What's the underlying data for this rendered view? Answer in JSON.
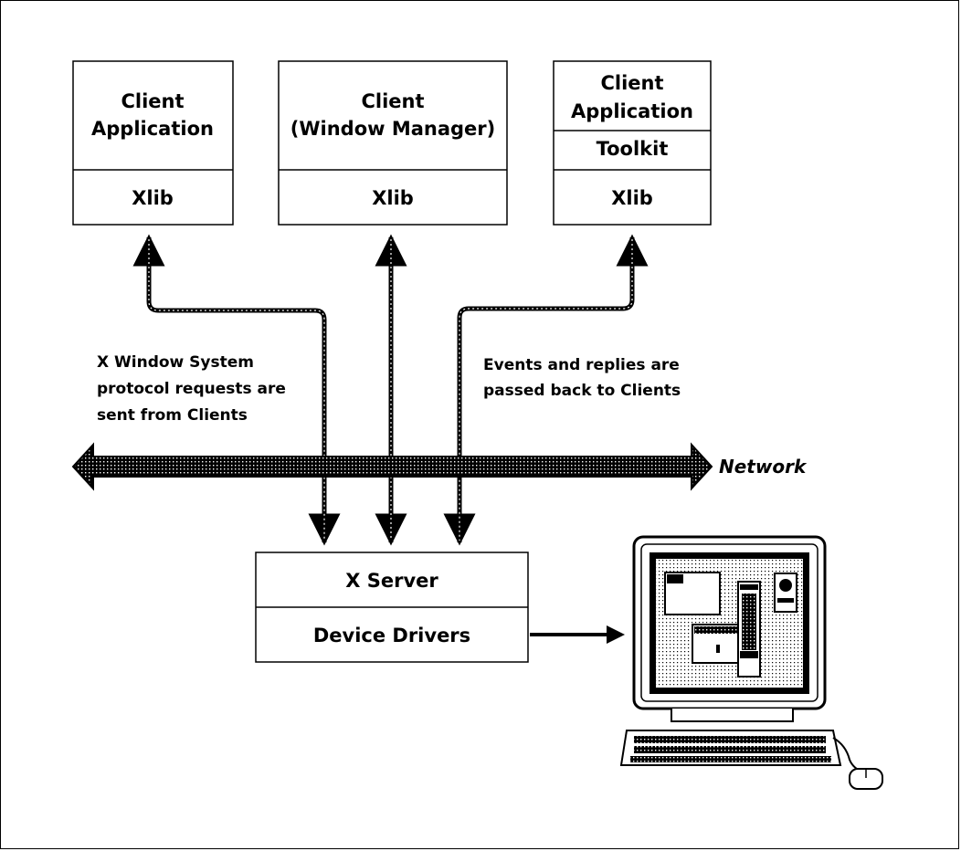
{
  "clients": [
    {
      "lines": [
        "Client",
        "Application"
      ],
      "xlib": "Xlib"
    },
    {
      "lines": [
        "Client",
        "(Window Manager)"
      ],
      "xlib": "Xlib"
    },
    {
      "lines": [
        "Client",
        "Application"
      ],
      "toolkit": "Toolkit",
      "xlib": "Xlib"
    }
  ],
  "requests_label": [
    "X Window System",
    "protocol requests are",
    "sent from Clients"
  ],
  "events_label": [
    "Events and replies are",
    "passed back to Clients"
  ],
  "network_label": "Network",
  "server": {
    "title": "X Server",
    "drivers": "Device Drivers"
  }
}
